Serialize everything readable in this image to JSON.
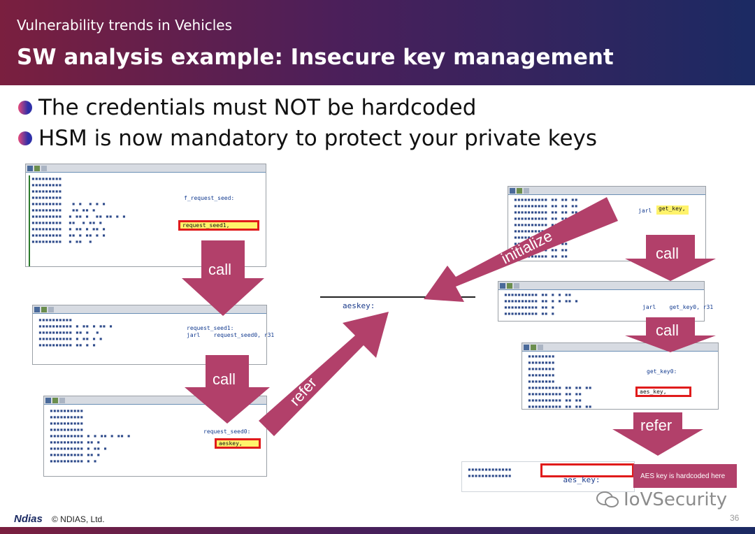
{
  "header": {
    "subtitle": "Vulnerability trends in Vehicles",
    "title": "SW analysis example: Insecure key management"
  },
  "bullets": [
    "The credentials must NOT be hardcoded",
    "HSM is now mandatory to protect your private keys"
  ],
  "windows": {
    "w1": {
      "func_label": "f_request_seed:",
      "highlight": "request_seed1,"
    },
    "w2": {
      "func_label": "request_seed1:",
      "call": "jarl    request_seed0, r31"
    },
    "w3": {
      "func_label": "request_seed0:",
      "highlight": "aeskey,"
    },
    "w4": {
      "call": "jarl",
      "highlight": "get_key,"
    },
    "w5": {
      "call": "jarl    get_key0, r31"
    },
    "w6": {
      "func_label": "get_key0:",
      "highlight": "aes_key,"
    }
  },
  "symbols": {
    "aeskey": "aeskey:",
    "aes_key": "aes_key:",
    "hardcoded_note": "AES key is hardcoded here"
  },
  "arrows": {
    "call": "call",
    "refer": "refer",
    "initialize": "initialize"
  },
  "colors": {
    "arrow": "#b2406a",
    "highlight_border": "#e01b1b",
    "highlight_fill": "#fff36b"
  },
  "footer": {
    "logo": "Ndias",
    "copyright": "© NDIAS, Ltd.",
    "page": "36",
    "watermark": "IoVSecurity"
  }
}
